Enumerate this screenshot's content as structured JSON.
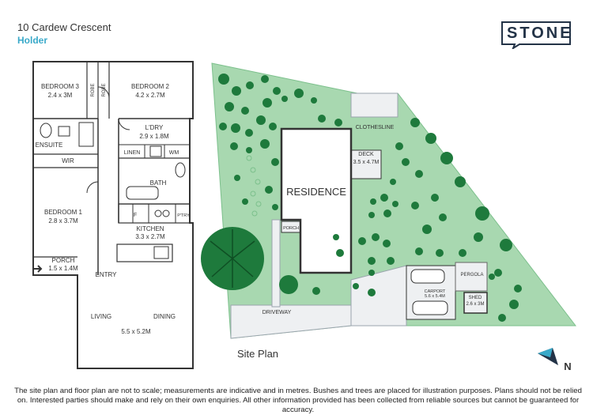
{
  "header": {
    "address": "10 Cardew Crescent",
    "suburb": "Holder",
    "logo_text": "STONE"
  },
  "floor_plan": {
    "rooms": {
      "bedroom3": {
        "name": "BEDROOM 3",
        "size": "2.4 x 3M"
      },
      "bedroom2": {
        "name": "BEDROOM 2",
        "size": "4.2 x 2.7M"
      },
      "robe1": "ROBE",
      "robe2": "ROBE",
      "laundry": {
        "name": "L'DRY",
        "size": "2.9 x 1.8M"
      },
      "ensuite": "ENSUITE",
      "linen": "LINEN",
      "wm": "WM",
      "wir": "WIR",
      "bath": "BATH",
      "bedroom1": {
        "name": "BEDROOM 1",
        "size": "2.8 x 3.7M"
      },
      "fridge": "F",
      "pantry": "P'TRY",
      "kitchen": {
        "name": "KITCHEN",
        "size": "3.3 x 2.7M"
      },
      "porch": {
        "name": "PORCH",
        "size": "1.5 x 1.4M"
      },
      "entry": "ENTRY",
      "living": "LIVING",
      "dining": "DINING",
      "living_size": "5.5 x 5.2M"
    }
  },
  "site_plan": {
    "title": "Site Plan",
    "residence": "RESIDENCE",
    "clothesline": "CLOTHESLINE",
    "deck": {
      "name": "DECK",
      "size": "3.5 x 4.7M"
    },
    "porch": "PORCH",
    "driveway": "DRIVEWAY",
    "carport": {
      "name": "CARPORT",
      "size": "5.6 x 5.4M"
    },
    "pergola": "PERGOLA",
    "shed": {
      "name": "SHED",
      "size": "2.6 x 3M"
    },
    "north": "N"
  },
  "colors": {
    "lawn": "#a8d8b0",
    "tree": "#1e7a3c",
    "wall": "#333333",
    "accent": "#39a9c9",
    "brand": "#233347"
  },
  "disclaimer": "The site plan and floor plan are not to scale; measurements are indicative and in metres. Bushes and trees are placed for illustration purposes. Plans should not be relied on. Interested parties should make and rely on their own enquiries. All other information provided has been collected from reliable sources but cannot be guaranteed for accuracy."
}
